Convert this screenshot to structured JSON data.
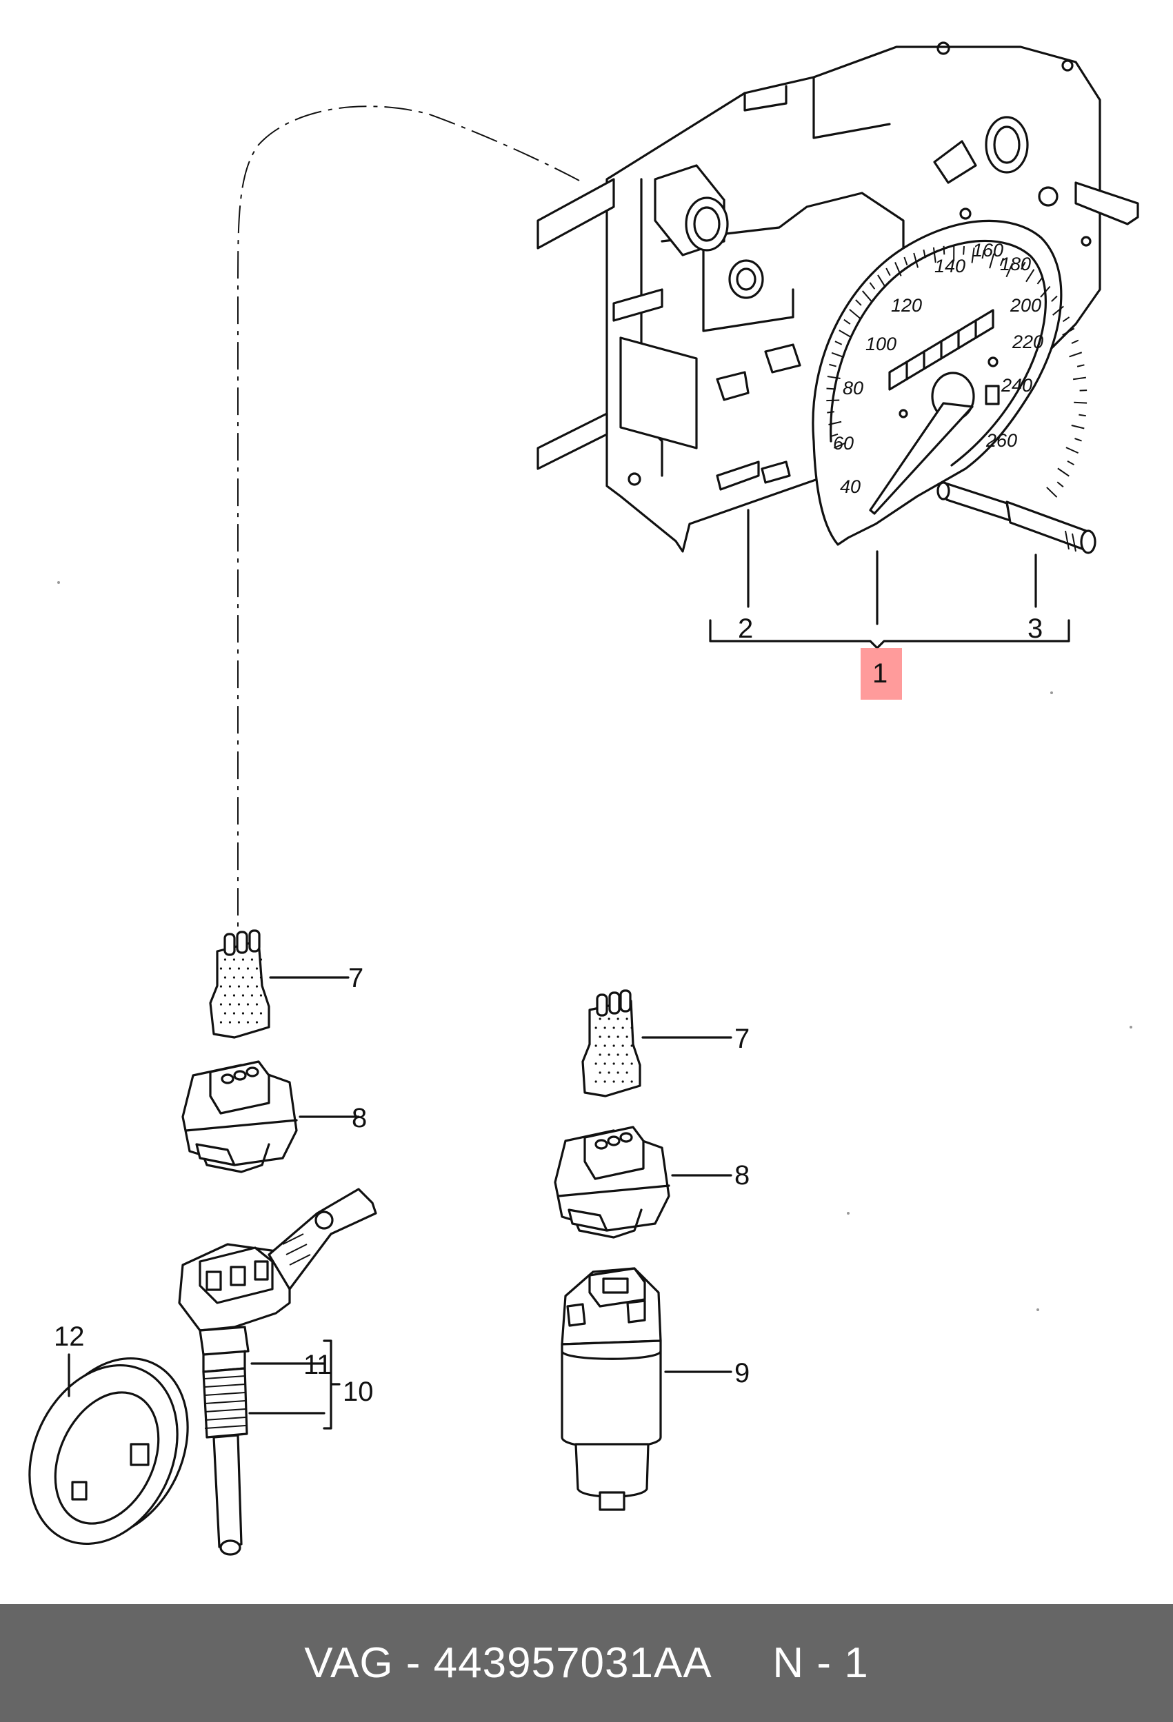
{
  "diagram": {
    "callouts": {
      "c1": "1",
      "c2": "2",
      "c3": "3",
      "c7a": "7",
      "c7b": "7",
      "c8a": "8",
      "c8b": "8",
      "c9": "9",
      "c10": "10",
      "c11": "11",
      "c12": "12"
    },
    "dial_numbers": [
      "40",
      "60",
      "80",
      "100",
      "120",
      "140",
      "160",
      "180",
      "200",
      "220",
      "240",
      "260"
    ],
    "highlight_color": "#ff8a8a"
  },
  "footer": {
    "text": "VAG - 443957031AA     N - 1",
    "background": "#666666"
  }
}
